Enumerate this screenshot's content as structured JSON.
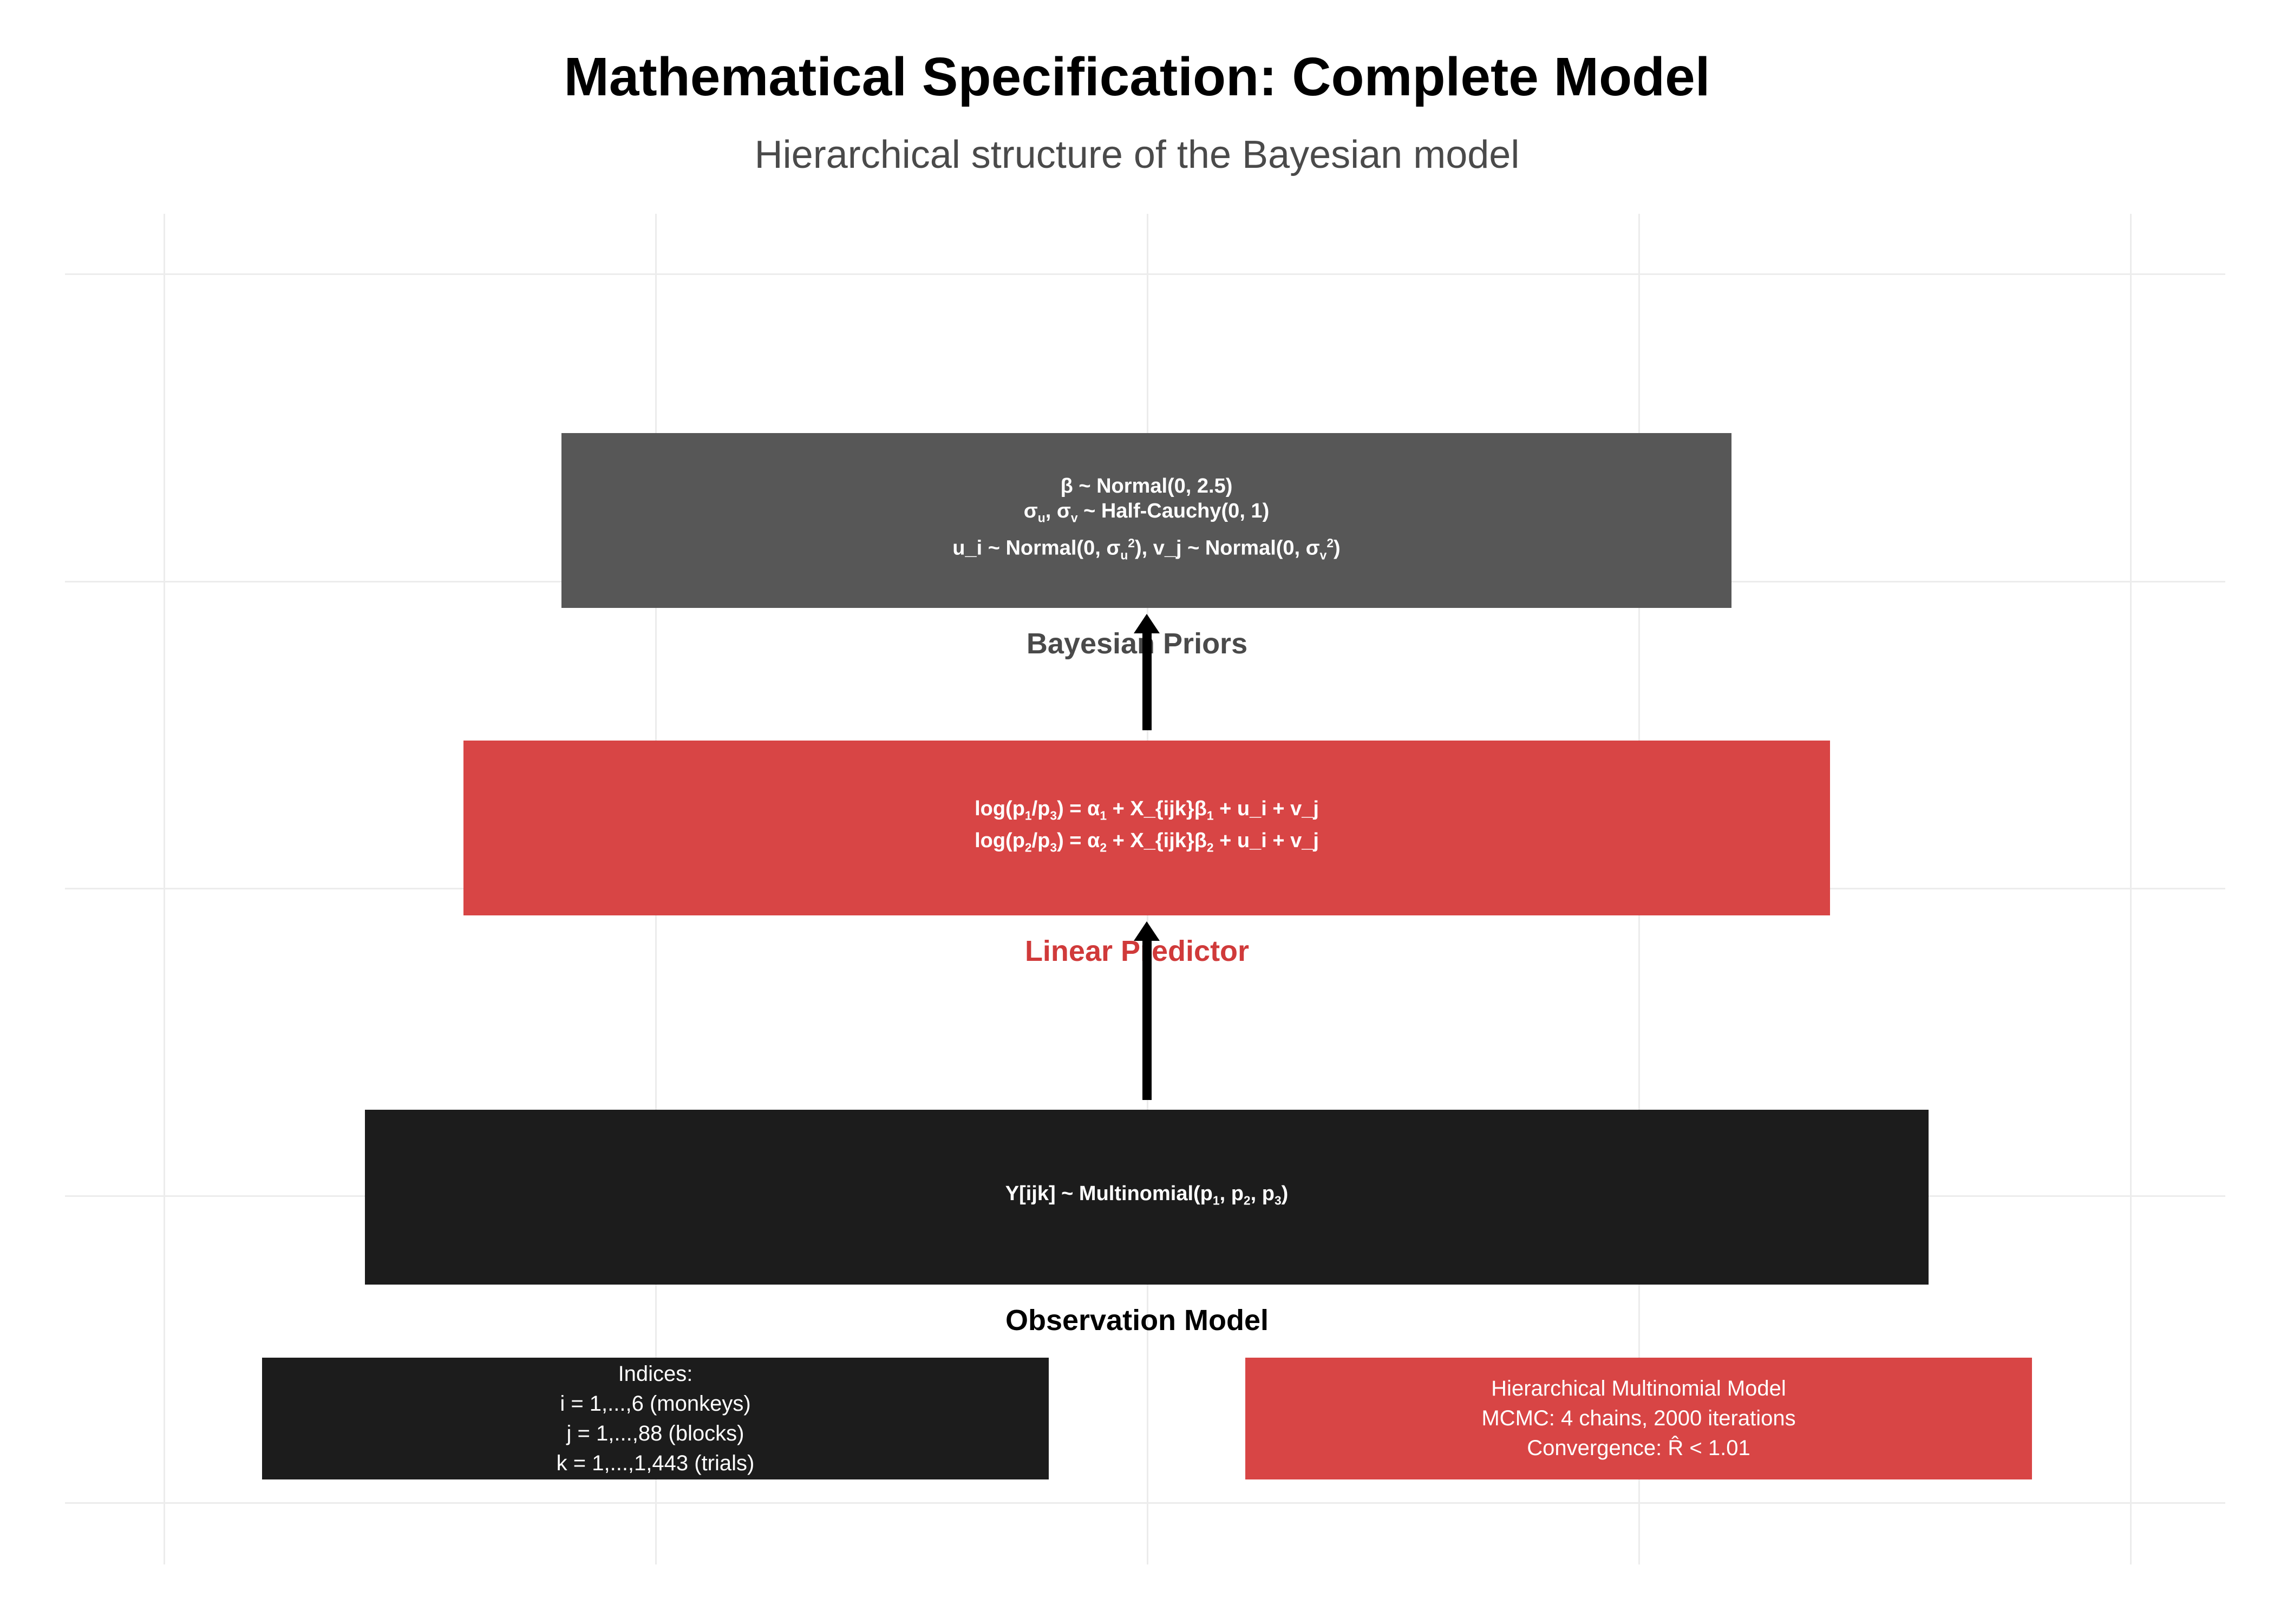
{
  "title": "Mathematical Specification: Complete Model",
  "subtitle": "Hierarchical structure of the Bayesian model",
  "layers": {
    "priors": {
      "label": "Bayesian Priors",
      "color": "#575757",
      "label_color": "#4a4a4a",
      "line1": "β ~ Normal(0, 2.5)",
      "line2_a": "σ",
      "line2_a_sub": "u",
      "line2_b": ", σ",
      "line2_b_sub": "v",
      "line2_c": " ~ Half-Cauchy(0, 1)",
      "line3_a": "u_i ~ Normal(0, σ",
      "line3_a_sub": "u",
      "line3_a_sup": "2",
      "line3_b": "), v_j ~ Normal(0, σ",
      "line3_b_sub": "v",
      "line3_b_sup": "2",
      "line3_c": ")"
    },
    "predictor": {
      "label": "Linear Predictor",
      "color": "#d84545",
      "label_color": "#d03a3a",
      "eq1_a": "log(p",
      "eq1_a_sub": "1",
      "eq1_b": "/p",
      "eq1_b_sub": "3",
      "eq1_c": ") = α",
      "eq1_c_sub": "1",
      "eq1_d": " + X_{ijk}β",
      "eq1_d_sub": "1",
      "eq1_e": " + u_i + v_j",
      "eq2_a": "log(p",
      "eq2_a_sub": "2",
      "eq2_b": "/p",
      "eq2_b_sub": "3",
      "eq2_c": ") = α",
      "eq2_c_sub": "2",
      "eq2_d": " + X_{ijk}β",
      "eq2_d_sub": "2",
      "eq2_e": " + u_i + v_j"
    },
    "observation": {
      "label": "Observation Model",
      "color": "#1c1c1c",
      "label_color": "#000000",
      "eq_a": "Y[ijk] ~ Multinomial(p",
      "eq_a_sub": "1",
      "eq_b": ", p",
      "eq_b_sub": "2",
      "eq_c": ", p",
      "eq_c_sub": "3",
      "eq_d": ")"
    }
  },
  "indices_box": {
    "color": "#1c1c1c",
    "lines": [
      "Indices:",
      "i = 1,...,6 (monkeys)",
      "j = 1,...,88 (blocks)",
      "k = 1,...,1,443 (trials)"
    ]
  },
  "model_box": {
    "color": "#d84545",
    "lines": [
      "Hierarchical Multinomial Model",
      "MCMC: 4 chains, 2000 iterations",
      "Convergence: R̂ < 1.01"
    ]
  }
}
